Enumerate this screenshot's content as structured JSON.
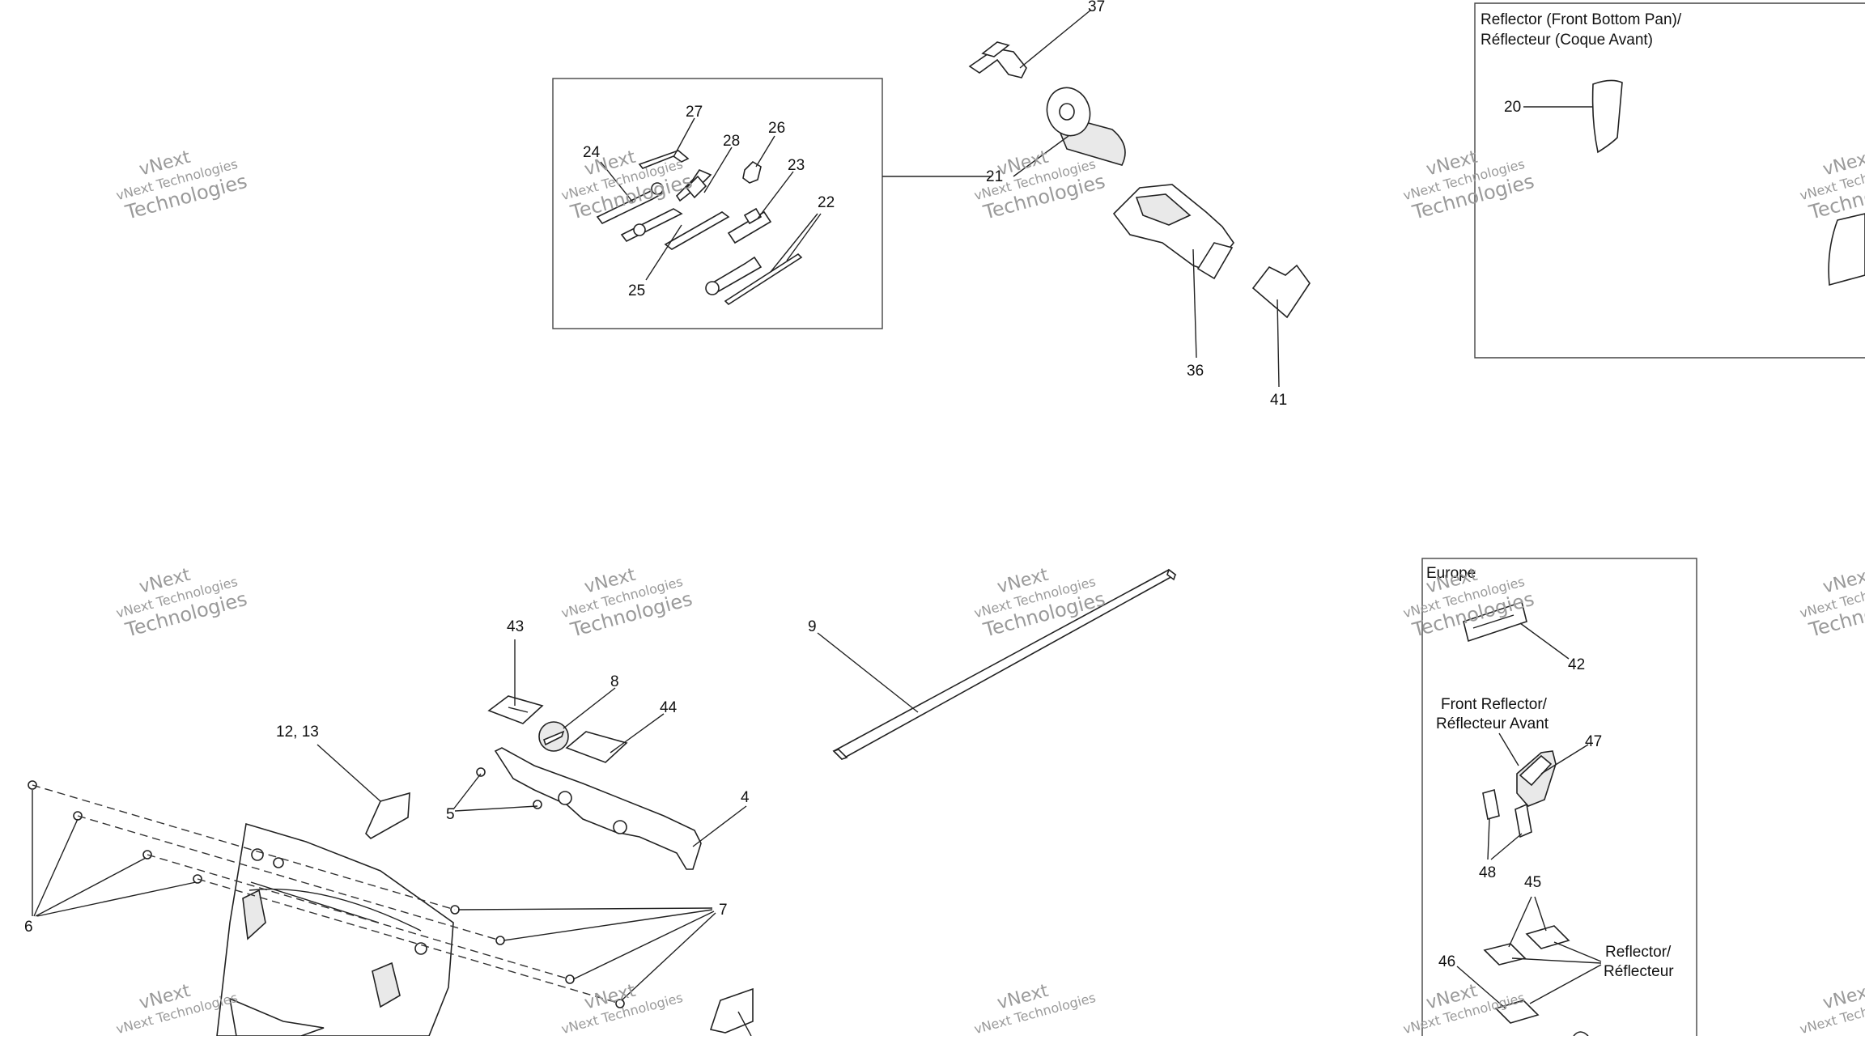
{
  "callouts": {
    "c37": "37",
    "c27": "27",
    "c28": "28",
    "c26": "26",
    "c24": "24",
    "c23": "23",
    "c22": "22",
    "c21": "21",
    "c25": "25",
    "c36": "36",
    "c41": "41",
    "c20": "20",
    "c43": "43",
    "c8": "8",
    "c44": "44",
    "c9": "9",
    "c12_13": "12, 13",
    "c5": "5",
    "c4": "4",
    "c6": "6",
    "c7": "7",
    "c42": "42",
    "c47": "47",
    "c48": "48",
    "c45": "45",
    "c46": "46"
  },
  "boxes": {
    "reflector_front_bottom_pan": {
      "title_line1": "Reflector (Front Bottom Pan)/",
      "title_line2": "Réflecteur (Coque Avant)"
    },
    "europe": {
      "title": "Europe",
      "front_reflector_line1": "Front Reflector/",
      "front_reflector_line2": "Réflecteur Avant",
      "reflector_line1": "Reflector/",
      "reflector_line2": "Réflecteur"
    }
  },
  "watermark": {
    "line1": "vNext",
    "line2": "vNext Technologies",
    "line3": "Technologies"
  }
}
